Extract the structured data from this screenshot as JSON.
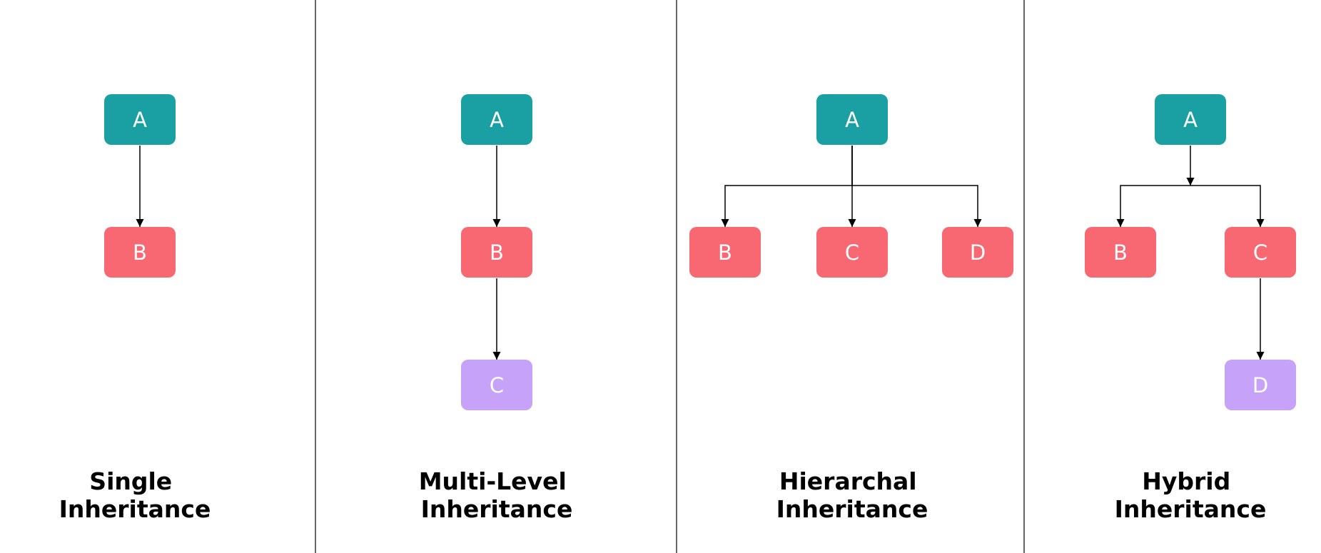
{
  "colors": {
    "teal": "#1a9fa3",
    "red": "#f76872",
    "purple": "#c6a2f9",
    "line": "#000000",
    "divider": "#333333",
    "background": "#ffffff"
  },
  "panels": [
    {
      "id": "single",
      "caption": [
        "Single",
        "Inheritance"
      ],
      "nodes": [
        {
          "id": "A",
          "label": "A",
          "color": "teal"
        },
        {
          "id": "B",
          "label": "B",
          "color": "red"
        }
      ],
      "edges": [
        {
          "from": "A",
          "to": "B"
        }
      ]
    },
    {
      "id": "multi-level",
      "caption": [
        "Multi-Level",
        "Inheritance"
      ],
      "nodes": [
        {
          "id": "A",
          "label": "A",
          "color": "teal"
        },
        {
          "id": "B",
          "label": "B",
          "color": "red"
        },
        {
          "id": "C",
          "label": "C",
          "color": "purple"
        }
      ],
      "edges": [
        {
          "from": "A",
          "to": "B"
        },
        {
          "from": "B",
          "to": "C"
        }
      ]
    },
    {
      "id": "hierarchal",
      "caption": [
        "Hierarchal",
        "Inheritance"
      ],
      "nodes": [
        {
          "id": "A",
          "label": "A",
          "color": "teal"
        },
        {
          "id": "B",
          "label": "B",
          "color": "red"
        },
        {
          "id": "C",
          "label": "C",
          "color": "red"
        },
        {
          "id": "D",
          "label": "D",
          "color": "red"
        }
      ],
      "edges": [
        {
          "from": "A",
          "to": "B"
        },
        {
          "from": "A",
          "to": "C"
        },
        {
          "from": "A",
          "to": "D"
        }
      ]
    },
    {
      "id": "hybrid",
      "caption": [
        "Hybrid",
        "Inheritance"
      ],
      "nodes": [
        {
          "id": "A",
          "label": "A",
          "color": "teal"
        },
        {
          "id": "B",
          "label": "B",
          "color": "red"
        },
        {
          "id": "C",
          "label": "C",
          "color": "red"
        },
        {
          "id": "D",
          "label": "D",
          "color": "purple"
        }
      ],
      "edges": [
        {
          "from": "A",
          "to": "B"
        },
        {
          "from": "A",
          "to": "C"
        },
        {
          "from": "C",
          "to": "D"
        }
      ]
    }
  ]
}
